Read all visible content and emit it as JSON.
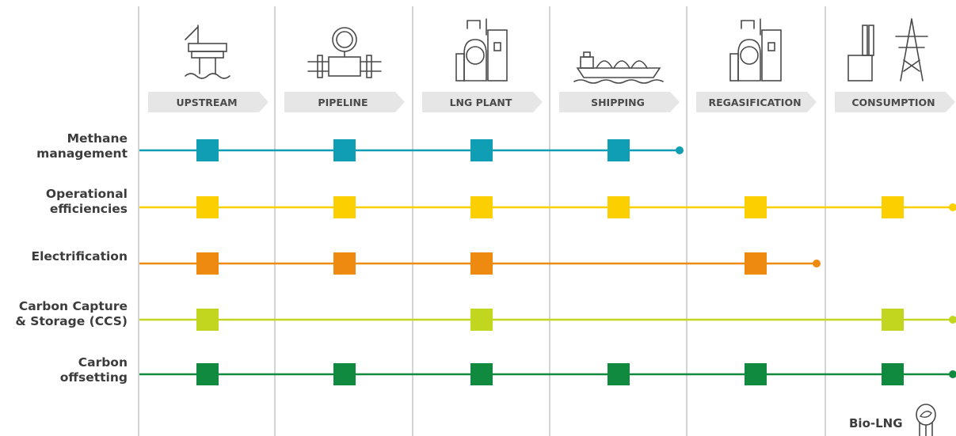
{
  "stages": [
    {
      "label": "UPSTREAM",
      "icon": "offshore-platform-icon"
    },
    {
      "label": "PIPELINE",
      "icon": "pipeline-gauge-icon"
    },
    {
      "label": "LNG PLANT",
      "icon": "lng-plant-icon"
    },
    {
      "label": "SHIPPING",
      "icon": "lng-ship-icon"
    },
    {
      "label": "REGASIFICATION",
      "icon": "regasification-plant-icon"
    },
    {
      "label": "CONSUMPTION",
      "icon": "power-plant-pylon-icon"
    }
  ],
  "rows": [
    {
      "label_lines": [
        "Methane",
        "management"
      ],
      "color": "#0f9eb4",
      "markers": [
        0,
        1,
        2,
        3
      ],
      "line_end": "after-shipping"
    },
    {
      "label_lines": [
        "Operational",
        "efficiencies"
      ],
      "color": "#fcd000",
      "markers": [
        0,
        1,
        2,
        3,
        4,
        5
      ],
      "line_end": "right-edge"
    },
    {
      "label_lines": [
        "Electrification"
      ],
      "color": "#ee8a0f",
      "markers": [
        0,
        1,
        2,
        4
      ],
      "line_end": "after-regasification"
    },
    {
      "label_lines": [
        "Carbon Capture",
        "& Storage (CCS)"
      ],
      "color": "#c2d620",
      "markers": [
        0,
        2,
        5
      ],
      "line_end": "right-edge"
    },
    {
      "label_lines": [
        "Carbon",
        "offsetting"
      ],
      "color": "#0f8a3f",
      "markers": [
        0,
        1,
        2,
        3,
        4,
        5
      ],
      "line_end": "right-edge"
    }
  ],
  "footer": {
    "label": "Bio-LNG",
    "icon": "bio-lng-tank-icon"
  },
  "colors": {
    "divider": "#bdbdbd",
    "stage_band": "#e6e6e6",
    "stage_text": "#4a4a4a",
    "label_text": "#3c3c3c"
  }
}
